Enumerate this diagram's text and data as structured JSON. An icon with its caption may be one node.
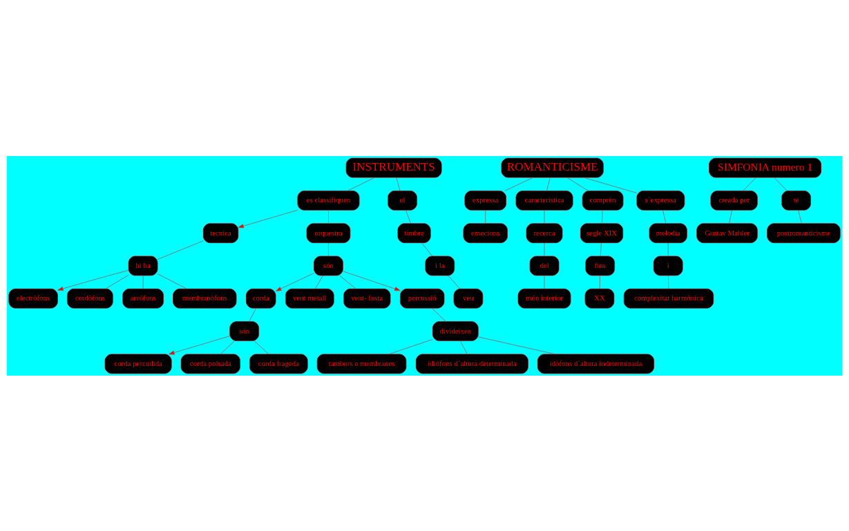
{
  "diagram": {
    "nodes": [
      {
        "text": [
          "INSTRUMENTS"
        ]
      },
      {
        "text": [
          "es classifiquen"
        ]
      },
      {
        "text": [
          "tecnica"
        ]
      },
      {
        "text": [
          "hi ha"
        ]
      },
      {
        "text": [
          "electròfons"
        ]
      },
      {
        "text": [
          "cordòfons"
        ]
      },
      {
        "text": [
          "aeròfons"
        ]
      },
      {
        "text": [
          "membranòfons"
        ]
      },
      {
        "text": [
          "orquestra"
        ]
      },
      {
        "text": [
          "són"
        ]
      },
      {
        "text": [
          "corda"
        ]
      },
      {
        "text": [
          "són"
        ]
      },
      {
        "text": [
          "corda percudida"
        ]
      },
      {
        "text": [
          "corda polsada"
        ]
      },
      {
        "text": [
          "corda frageda"
        ]
      },
      {
        "text": [
          "vent metall"
        ]
      },
      {
        "text": [
          "vent- fusta"
        ]
      },
      {
        "text": [
          "percussió"
        ]
      },
      {
        "text": [
          "divideixen"
        ]
      },
      {
        "text": [
          "tambors o membranes"
        ]
      },
      {
        "text": [
          "idiòfons d´altura determinada"
        ]
      },
      {
        "text": [
          "idòfons d´altura indeterminada"
        ]
      },
      {
        "text": [
          "el"
        ]
      },
      {
        "text": [
          "timbre"
        ]
      },
      {
        "text": [
          "i la"
        ]
      },
      {
        "text": [
          "veu"
        ]
      },
      {
        "text": [
          "ROMANTICISME"
        ]
      },
      {
        "text": [
          "expressa"
        ]
      },
      {
        "text": [
          "emocions"
        ]
      },
      {
        "text": [
          "característica"
        ]
      },
      {
        "text": [
          "recerca"
        ]
      },
      {
        "text": [
          "del"
        ]
      },
      {
        "text": [
          "món interior"
        ]
      },
      {
        "text": [
          "comprèn"
        ]
      },
      {
        "text": [
          "segle XIX"
        ]
      },
      {
        "text": [
          "fins"
        ]
      },
      {
        "text": [
          "XX"
        ]
      },
      {
        "text": [
          "s´expressa"
        ]
      },
      {
        "text": [
          "melodia"
        ]
      },
      {
        "text": [
          "i"
        ]
      },
      {
        "text": [
          "complexitat harmònica"
        ]
      },
      {
        "text": [
          "SIMFONIA numero 1"
        ]
      },
      {
        "text": [
          "creada per"
        ]
      },
      {
        "text": [
          "té"
        ]
      },
      {
        "text": [
          "Gustav Mahler"
        ]
      },
      {
        "text": [
          "postromanticisme"
        ]
      }
    ],
    "edges": [
      {
        "from": 0,
        "to": 1,
        "arrow": "none"
      },
      {
        "from": 1,
        "to": 2,
        "arrow": "to"
      },
      {
        "from": 1,
        "to": 8,
        "arrow": "none"
      },
      {
        "from": 2,
        "to": 3,
        "arrow": "none"
      },
      {
        "from": 3,
        "to": 4,
        "arrow": "to"
      },
      {
        "from": 3,
        "to": 5,
        "arrow": "none"
      },
      {
        "from": 3,
        "to": 6,
        "arrow": "none"
      },
      {
        "from": 3,
        "to": 7,
        "arrow": "none"
      },
      {
        "from": 8,
        "to": 9,
        "arrow": "none"
      },
      {
        "from": 9,
        "to": 10,
        "arrow": "to"
      },
      {
        "from": 9,
        "to": 15,
        "arrow": "none"
      },
      {
        "from": 9,
        "to": 16,
        "arrow": "none"
      },
      {
        "from": 9,
        "to": 17,
        "arrow": "to"
      },
      {
        "from": 10,
        "to": 11,
        "arrow": "none"
      },
      {
        "from": 11,
        "to": 12,
        "arrow": "to"
      },
      {
        "from": 11,
        "to": 13,
        "arrow": "none"
      },
      {
        "from": 11,
        "to": 14,
        "arrow": "none"
      },
      {
        "from": 17,
        "to": 18,
        "arrow": "none"
      },
      {
        "from": 18,
        "to": 19,
        "arrow": "none"
      },
      {
        "from": 18,
        "to": 20,
        "arrow": "none"
      },
      {
        "from": 18,
        "to": 21,
        "arrow": "none"
      },
      {
        "from": 0,
        "to": 22,
        "arrow": "none"
      },
      {
        "from": 22,
        "to": 23,
        "arrow": "none"
      },
      {
        "from": 23,
        "to": 24,
        "arrow": "none"
      },
      {
        "from": 24,
        "to": 25,
        "arrow": "none"
      },
      {
        "from": 26,
        "to": 27,
        "arrow": "none"
      },
      {
        "from": 27,
        "to": 28,
        "arrow": "none"
      },
      {
        "from": 26,
        "to": 29,
        "arrow": "none"
      },
      {
        "from": 29,
        "to": 30,
        "arrow": "none"
      },
      {
        "from": 30,
        "to": 31,
        "arrow": "none"
      },
      {
        "from": 31,
        "to": 32,
        "arrow": "none"
      },
      {
        "from": 26,
        "to": 33,
        "arrow": "none"
      },
      {
        "from": 33,
        "to": 34,
        "arrow": "none"
      },
      {
        "from": 34,
        "to": 35,
        "arrow": "none"
      },
      {
        "from": 35,
        "to": 36,
        "arrow": "none"
      },
      {
        "from": 26,
        "to": 37,
        "arrow": "none"
      },
      {
        "from": 37,
        "to": 38,
        "arrow": "none"
      },
      {
        "from": 38,
        "to": 39,
        "arrow": "none"
      },
      {
        "from": 39,
        "to": 40,
        "arrow": "none"
      },
      {
        "from": 41,
        "to": 42,
        "arrow": "none"
      },
      {
        "from": 42,
        "to": 44,
        "arrow": "none"
      },
      {
        "from": 41,
        "to": 43,
        "arrow": "none"
      },
      {
        "from": 43,
        "to": 45,
        "arrow": "none"
      }
    ]
  }
}
